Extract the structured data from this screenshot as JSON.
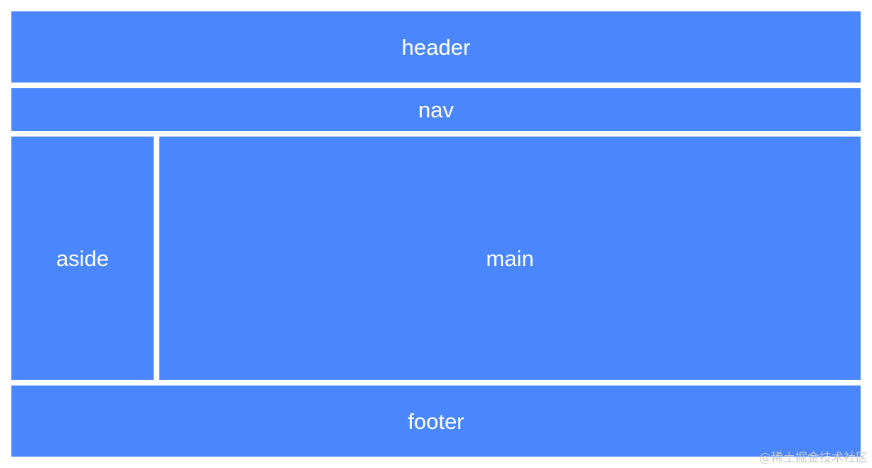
{
  "layout": {
    "header": {
      "label": "header"
    },
    "nav": {
      "label": "nav"
    },
    "aside": {
      "label": "aside"
    },
    "main": {
      "label": "main"
    },
    "footer": {
      "label": "footer"
    }
  },
  "watermark": {
    "text": "@稀土掘金技术社区"
  },
  "colors": {
    "block": "#4a86fd",
    "text": "#ffffff",
    "background": "#ffffff"
  }
}
